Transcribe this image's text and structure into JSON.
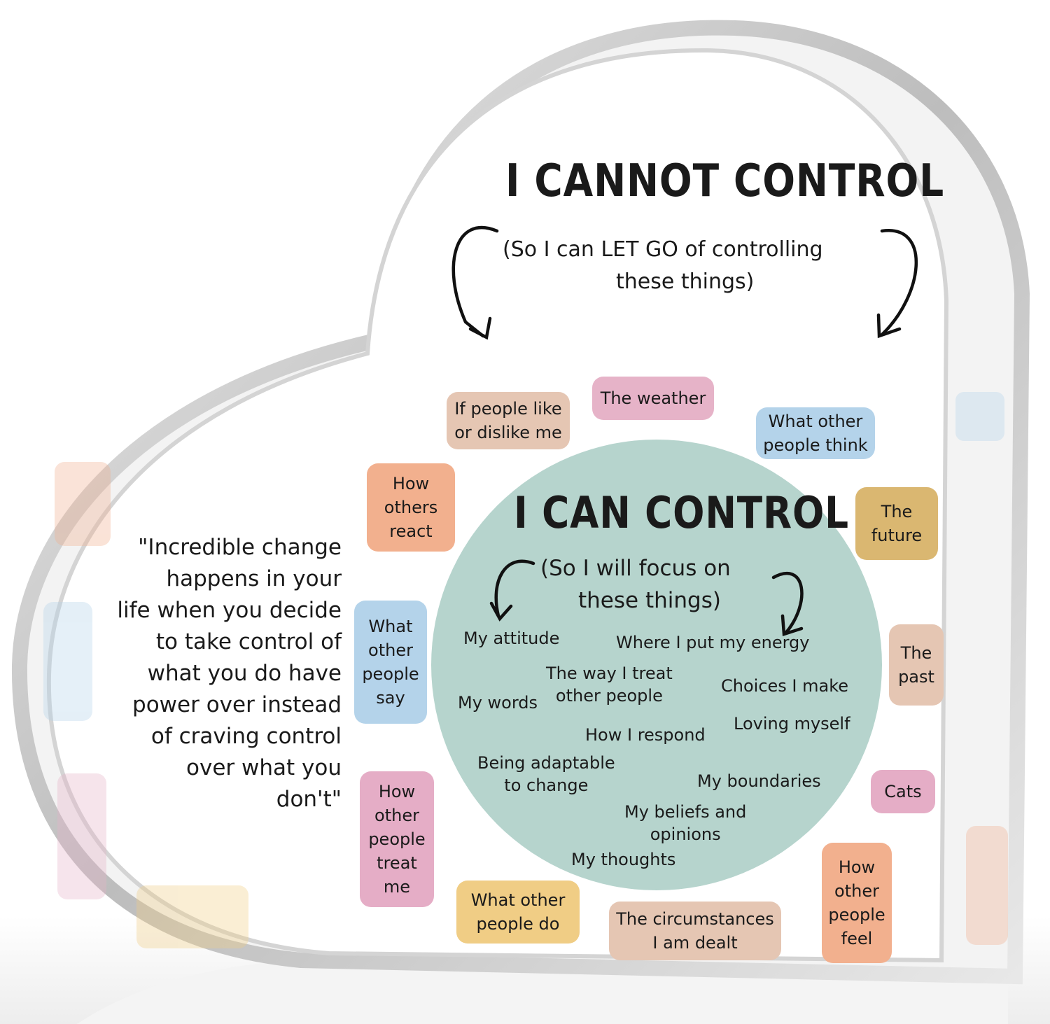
{
  "colors": {
    "pink": "#e6b3c8",
    "peach": "#f2b08e",
    "tan": "#e5c6b3",
    "blue": "#b4d3ea",
    "gold": "#dab771",
    "yellow": "#f0cd85",
    "teal": "#b6d4cd",
    "rose": "#e5adc6",
    "acrylic_edge": "#c9c9c9"
  },
  "cannot": {
    "title": "I CANNOT CONTROL",
    "subtitle_line1": "(So I can LET GO of controlling",
    "subtitle_line2": "these things)"
  },
  "can": {
    "title": "I CAN CONTROL",
    "subtitle_line1": "(So I will focus on",
    "subtitle_line2": "these things)",
    "items": [
      {
        "line1": "My attitude"
      },
      {
        "line1": "Where I put my energy"
      },
      {
        "line1": "The way I treat",
        "line2": "other people"
      },
      {
        "line1": "Choices I make"
      },
      {
        "line1": "My words"
      },
      {
        "line1": "Loving myself"
      },
      {
        "line1": "How I respond"
      },
      {
        "line1": "Being adaptable",
        "line2": "to change"
      },
      {
        "line1": "My boundaries"
      },
      {
        "line1": "My beliefs and",
        "line2": "opinions"
      },
      {
        "line1": "My thoughts"
      }
    ]
  },
  "outer_items": [
    {
      "lines": [
        "The weather"
      ]
    },
    {
      "lines": [
        "If people like",
        "or dislike me"
      ]
    },
    {
      "lines": [
        "What other",
        "people think"
      ]
    },
    {
      "lines": [
        "How",
        "others",
        "react"
      ]
    },
    {
      "lines": [
        "The",
        "future"
      ]
    },
    {
      "lines": [
        "What",
        "other",
        "people",
        "say"
      ]
    },
    {
      "lines": [
        "The",
        "past"
      ]
    },
    {
      "lines": [
        "Cats"
      ]
    },
    {
      "lines": [
        "How",
        "other",
        "people",
        "treat",
        "me"
      ]
    },
    {
      "lines": [
        "What other",
        "people do"
      ]
    },
    {
      "lines": [
        "The circumstances",
        "I am dealt"
      ]
    },
    {
      "lines": [
        "How",
        "other",
        "people",
        "feel"
      ]
    }
  ],
  "quote": {
    "lines": [
      "\"Incredible change",
      "happens in your",
      "life when you decide",
      "to take control of",
      "what you do have",
      "power over instead",
      "of craving control",
      "over what you",
      "don't\""
    ]
  }
}
